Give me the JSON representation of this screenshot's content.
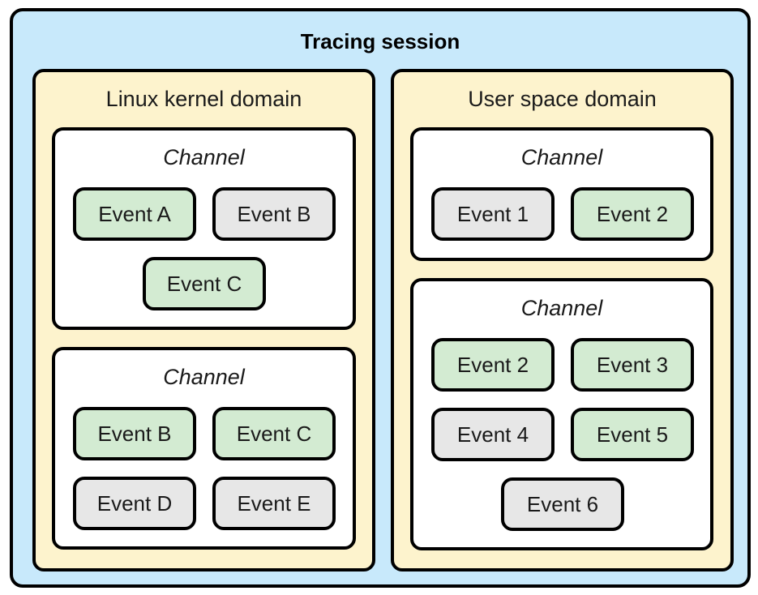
{
  "session": {
    "title": "Tracing session"
  },
  "colors": {
    "session_bg": "#c8e9fb",
    "domain_bg": "#fdf3cd",
    "channel_bg": "#ffffff",
    "event_enabled": "#d3ebd2",
    "event_disabled": "#e7e7e7"
  },
  "kernel_domain": {
    "title": "Linux kernel domain",
    "channels": [
      {
        "title": "Channel",
        "events": [
          {
            "label": "Event A",
            "state": "enabled"
          },
          {
            "label": "Event B",
            "state": "disabled"
          },
          {
            "label": "Event C",
            "state": "enabled"
          }
        ]
      },
      {
        "title": "Channel",
        "events": [
          {
            "label": "Event B",
            "state": "enabled"
          },
          {
            "label": "Event C",
            "state": "enabled"
          },
          {
            "label": "Event D",
            "state": "disabled"
          },
          {
            "label": "Event E",
            "state": "disabled"
          }
        ]
      }
    ]
  },
  "user_domain": {
    "title": "User space domain",
    "channels": [
      {
        "title": "Channel",
        "events": [
          {
            "label": "Event 1",
            "state": "disabled"
          },
          {
            "label": "Event 2",
            "state": "enabled"
          }
        ]
      },
      {
        "title": "Channel",
        "events": [
          {
            "label": "Event 2",
            "state": "enabled"
          },
          {
            "label": "Event 3",
            "state": "enabled"
          },
          {
            "label": "Event 4",
            "state": "disabled"
          },
          {
            "label": "Event 5",
            "state": "enabled"
          },
          {
            "label": "Event 6",
            "state": "disabled"
          }
        ]
      }
    ]
  }
}
